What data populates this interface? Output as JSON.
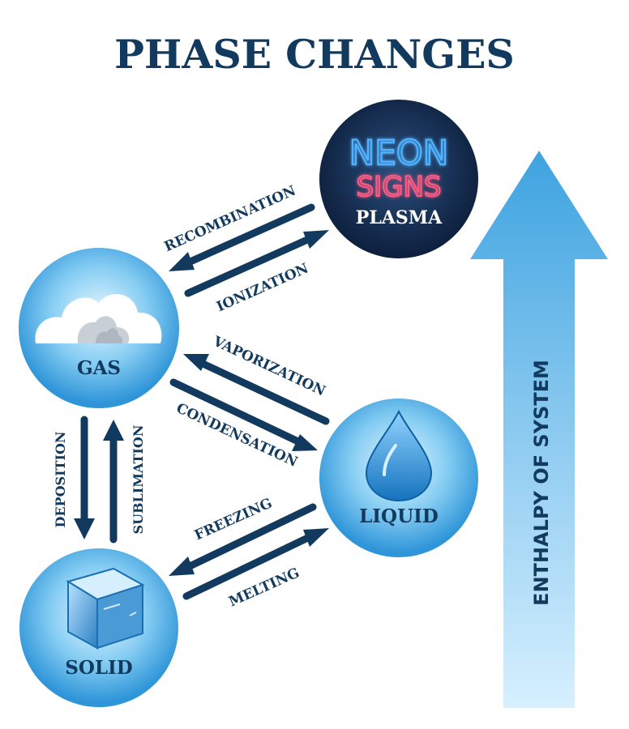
{
  "title": "PHASE CHANGES",
  "states": {
    "plasma": {
      "sign_line1": "NEON",
      "sign_line2": "SIGNS",
      "label": "PLASMA"
    },
    "gas": {
      "label": "GAS"
    },
    "liquid": {
      "label": "LIQUID"
    },
    "solid": {
      "label": "SOLID"
    }
  },
  "transitions": {
    "recombination": "RECOMBINATION",
    "ionization": "IONIZATION",
    "vaporization": "VAPORIZATION",
    "condensation": "CONDENSATION",
    "deposition": "DEPOSITION",
    "sublimation": "SUBLIMATION",
    "freezing": "FREEZING",
    "melting": "MELTING"
  },
  "enthalpy_label": "ENTHALPY OF SYSTEM",
  "colors": {
    "title": "#123a5e",
    "arrow": "#123a5e",
    "state_circle": "#3ea3e0",
    "plasma_circle": "#0f2444",
    "neon_blue": "#4fb3ff",
    "neon_pink": "#ff5a82",
    "enthalpy_arrow": "#54b4ec"
  },
  "icons": {
    "gas": "cloud-icon",
    "liquid": "water-drop-icon",
    "solid": "ice-cube-icon"
  }
}
